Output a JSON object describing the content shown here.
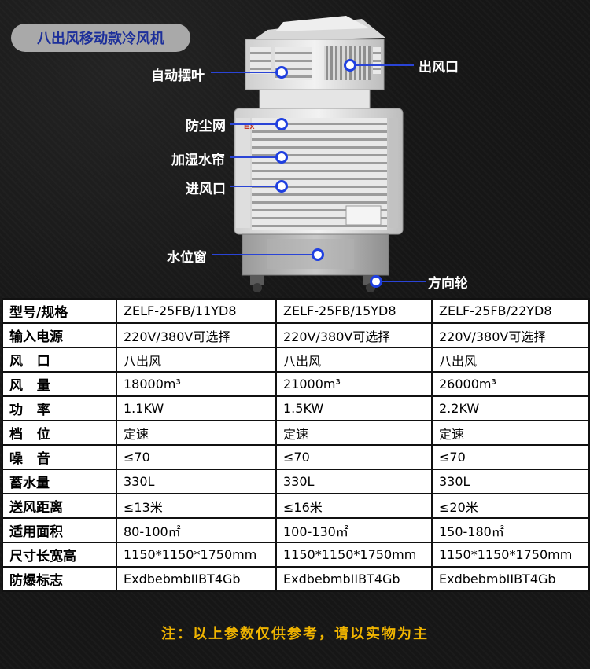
{
  "title": "八出风移动款冷风机",
  "callouts": {
    "swing_blade": "自动摆叶",
    "air_outlet": "出风口",
    "dust_net": "防尘网",
    "wet_curtain": "加湿水帘",
    "air_inlet": "进风口",
    "water_window": "水位窗",
    "caster": "方向轮"
  },
  "ex_badge": "Ex",
  "specs": {
    "rows": [
      {
        "label": "型号/规格",
        "values": [
          "ZELF-25FB/11YD8",
          "ZELF-25FB/15YD8",
          "ZELF-25FB/22YD8"
        ]
      },
      {
        "label": "输入电源",
        "values": [
          "220V/380V可选择",
          "220V/380V可选择",
          "220V/380V可选择"
        ]
      },
      {
        "label": "风   口",
        "values": [
          "八出风",
          "八出风",
          "八出风"
        ]
      },
      {
        "label": "风   量",
        "values": [
          "18000m³",
          "21000m³",
          "26000m³"
        ]
      },
      {
        "label": "功   率",
        "values": [
          "1.1KW",
          "1.5KW",
          "2.2KW"
        ]
      },
      {
        "label": "档   位",
        "values": [
          "定速",
          "定速",
          "定速"
        ]
      },
      {
        "label": "噪   音",
        "values": [
          "≤70",
          "≤70",
          "≤70"
        ]
      },
      {
        "label": "蓄水量",
        "values": [
          "330L",
          "330L",
          "330L"
        ]
      },
      {
        "label": "送风距离",
        "values": [
          "≤13米",
          "≤16米",
          "≤20米"
        ]
      },
      {
        "label": "适用面积",
        "values": [
          "80-100㎡",
          "100-130㎡",
          "150-180㎡"
        ]
      },
      {
        "label": "尺寸长宽高",
        "values": [
          "1150*1150*1750mm",
          "1150*1150*1750mm",
          "1150*1150*1750mm"
        ]
      },
      {
        "label": "防爆标志",
        "values": [
          "ExdbebmbIIBT4Gb",
          "ExdbebmbIIBT4Gb",
          "ExdbebmbIIBT4Gb"
        ]
      }
    ]
  },
  "footer_note": "注：以上参数仅供参考，请以实物为主",
  "colors": {
    "background": "#141414",
    "title_pill": "#a9a9a9",
    "title_text": "#1c2f9a",
    "callout_line": "#2a44d6",
    "footer_text": "#f0b400"
  }
}
